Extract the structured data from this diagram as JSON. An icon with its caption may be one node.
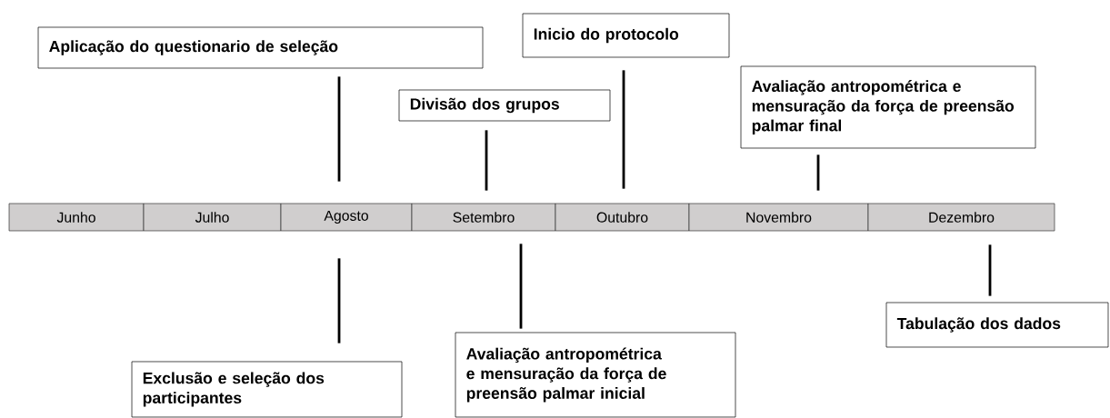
{
  "diagram": {
    "nodes": [
      {
        "text": [
          "Junho"
        ]
      },
      {
        "text": [
          "Julho"
        ]
      },
      {
        "text": [
          "Agosto"
        ]
      },
      {
        "text": [
          "Setembro"
        ]
      },
      {
        "text": [
          "Outubro"
        ]
      },
      {
        "text": [
          "Novembro"
        ]
      },
      {
        "text": [
          "Dezembro"
        ]
      },
      {
        "text": [
          "Inicio do protocolo"
        ]
      },
      {
        "text": [
          "Aplicação do questionario de seleção"
        ]
      },
      {
        "text": [
          "Divisão dos grupos"
        ]
      },
      {
        "text": [
          "Avaliação antropométrica e mensuração da força de preensão palmar final"
        ]
      },
      {
        "text": [
          "Tabulação dos dados"
        ]
      },
      {
        "text": [
          "Avaliação antropométrica e mensuração da força de preensão palmar inicial"
        ]
      },
      {
        "text": [
          "Exclusão e seleção dos participantes"
        ]
      }
    ],
    "edges": [
      {
        "from": 8,
        "to": 2,
        "arrow": "none"
      },
      {
        "from": 7,
        "to": 4,
        "arrow": "none"
      },
      {
        "from": 9,
        "to": 3,
        "arrow": "none"
      },
      {
        "from": 10,
        "to": 5,
        "arrow": "none"
      },
      {
        "from": 11,
        "to": 6,
        "arrow": "none"
      },
      {
        "from": 12,
        "to": 3,
        "arrow": "none"
      },
      {
        "from": 13,
        "to": 2,
        "arrow": "none"
      }
    ]
  }
}
